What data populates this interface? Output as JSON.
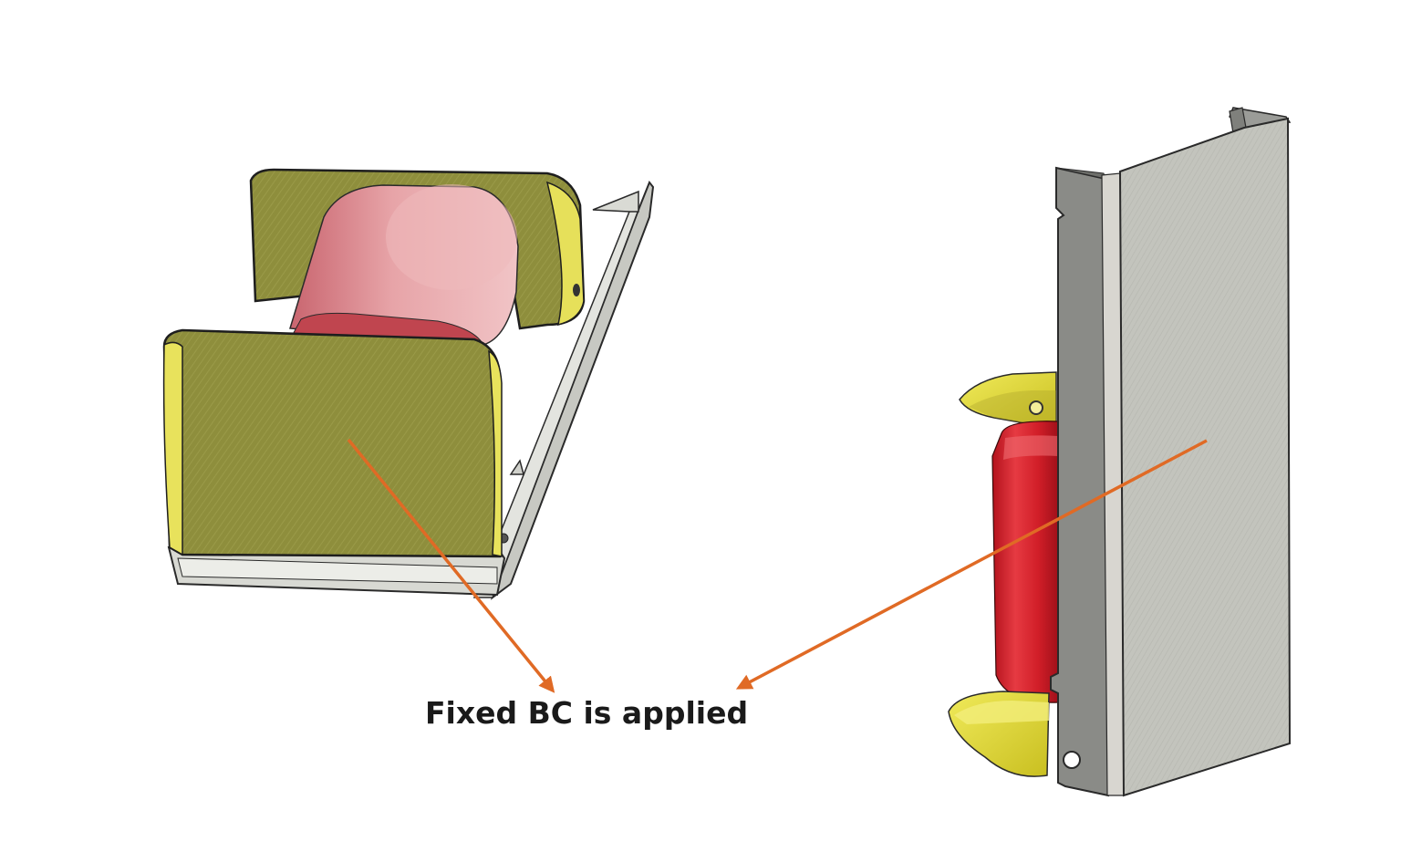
{
  "annotation": {
    "label": "Fixed BC is applied"
  },
  "colors": {
    "background": "#ffffff",
    "clip_olive": "#8f8f3a",
    "clip_yellow": "#d9d232",
    "cylinder_pink": "#d98a8f",
    "cylinder_red": "#d81f2a",
    "bracket_gray": "#b9bab5",
    "bracket_dark": "#7d7e7c",
    "arrow_orange": "#e06a25",
    "text": "#1a1a1a"
  },
  "icons": {
    "left_view": "clip-assembly-bottom-view",
    "right_view": "clip-assembly-side-view",
    "arrows": "arrow-icon"
  }
}
